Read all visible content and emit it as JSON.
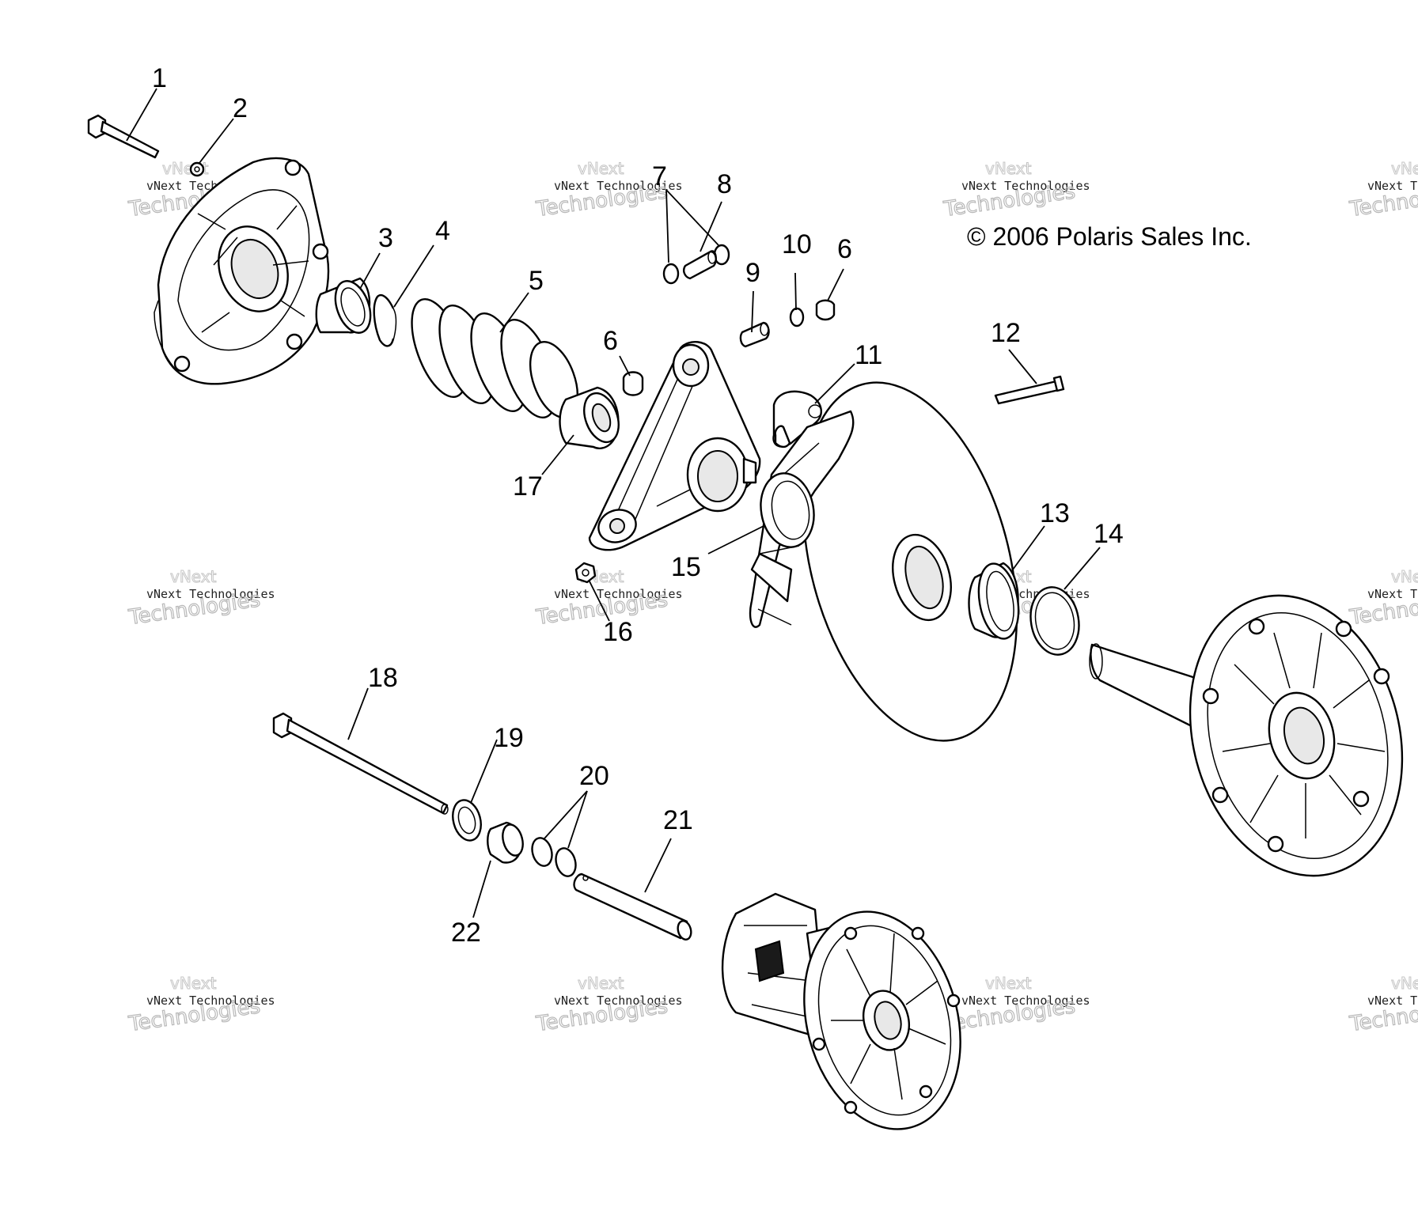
{
  "copyright": "© 2006 Polaris Sales Inc.",
  "watermark": {
    "line1": "vNext Technologies",
    "line2": "Technologies",
    "line3": "vNext"
  },
  "callouts": [
    {
      "num": "1"
    },
    {
      "num": "2"
    },
    {
      "num": "3"
    },
    {
      "num": "4"
    },
    {
      "num": "5"
    },
    {
      "num": "6"
    },
    {
      "num": "6"
    },
    {
      "num": "7"
    },
    {
      "num": "8"
    },
    {
      "num": "9"
    },
    {
      "num": "10"
    },
    {
      "num": "11"
    },
    {
      "num": "12"
    },
    {
      "num": "13"
    },
    {
      "num": "14"
    },
    {
      "num": "15"
    },
    {
      "num": "16"
    },
    {
      "num": "17"
    },
    {
      "num": "18"
    },
    {
      "num": "19"
    },
    {
      "num": "20"
    },
    {
      "num": "21"
    },
    {
      "num": "22"
    }
  ]
}
